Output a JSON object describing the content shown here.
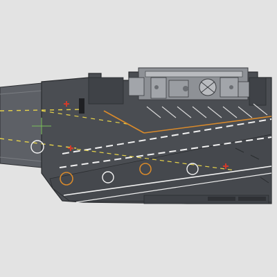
{
  "scene": {
    "subject": "aircraft-carrier-top-view",
    "colors": {
      "background": "#e3e3e3",
      "deck": "#4a4d52",
      "deck_dark": "#3f4247",
      "deck_edge": "#2b2d30",
      "hull_side": "#5d6066",
      "island": "#8e9196",
      "island_light": "#b9bbbf",
      "marking_white": "#f2f2f2",
      "marking_yellow": "#e8d44a",
      "marking_orange": "#d98a2b",
      "marking_red": "#d23a2a",
      "marking_green": "#7cc15a"
    },
    "elements": {
      "deck": "flight-deck",
      "island": "island-superstructure",
      "runway_lines": "runway-centerlines",
      "helo_spots": "helicopter-landing-spots",
      "parking_lines": "aircraft-parking-lines"
    }
  }
}
